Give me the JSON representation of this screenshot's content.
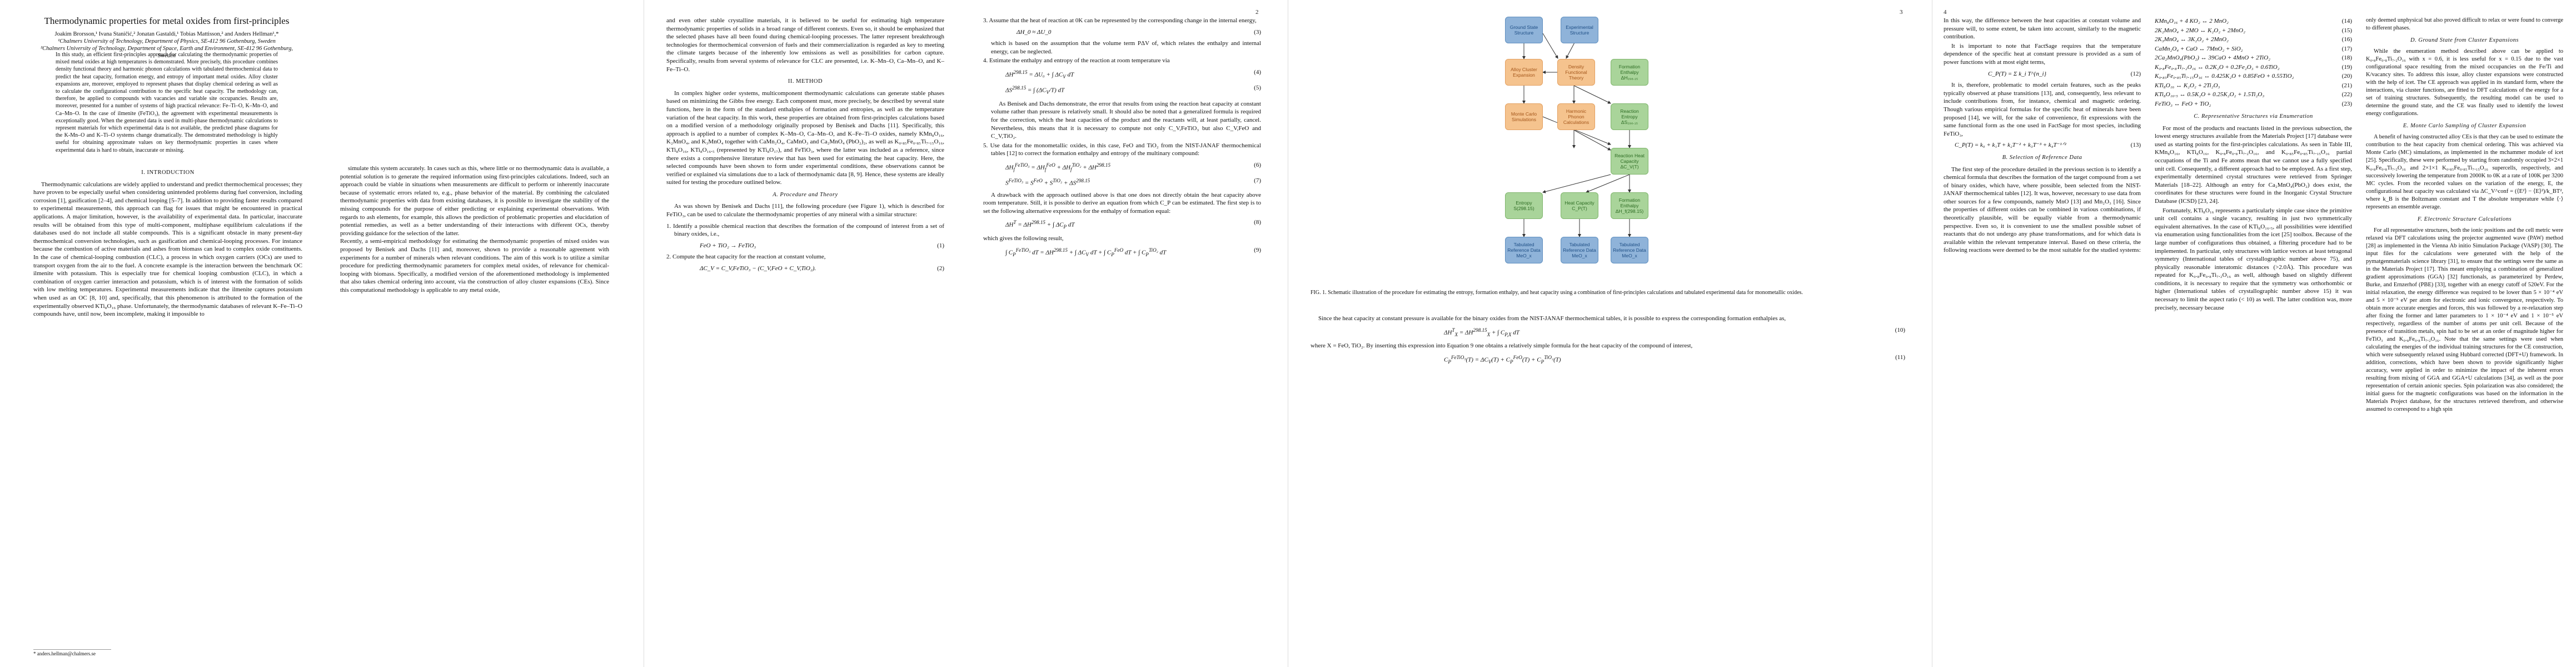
{
  "pages": {
    "p1": {
      "title": "Thermodynamic properties for metal oxides from first-principles",
      "authors": "Joakim Brorsson,¹ Ivana Staničić,² Jonatan Gastaldi,¹ Tobias Mattisson,² and Anders Hellman¹,*",
      "aff1": "¹Chalmers University of Technology, Department of Physics, SE-412 96 Gothenburg, Sweden",
      "aff2": "²Chalmers University of Technology, Department of Space, Earth and Environment, SE-412 96 Gothenburg, Sweden",
      "abstract": "In this study, an efficient first-principles approach for calculating the thermodynamic properties of mixed metal oxides at high temperatures is demonstrated. More precisely, this procedure combines density functional theory and harmonic phonon calculations with tabulated thermochemical data to predict the heat capacity, formation energy, and entropy of important metal oxides. Alloy cluster expansions are, moreover, employed to represent phases that display chemical ordering as well as to calculate the configurational contribution to the specific heat capacity. The methodology can, therefore, be applied to compounds with vacancies and variable site occupancies. Results are, moreover, presented for a number of systems of high practical relevance: Fe–Ti–O, K–Mn–O, and Ca–Mn–O. In the case of ilmenite (FeTiO₃), the agreement with experimental measurements is exceptionally good. When the generated data is used in multi-phase thermodynamic calculations to represent materials for which experimental data is not available, the predicted phase diagrams for the K-Mn–O and K–Ti–O systems change dramatically. The demonstrated methodology is highly useful for obtaining approximate values on key thermodynamic properties in cases where experimental data is hard to obtain, inaccurate or missing.",
      "s1_head": "I.   INTRODUCTION",
      "col1": "Thermodynamic calculations are widely applied to understand and predict thermochemical processes; they have proven to be especially useful when considering unintended problems during fuel conversion, including corrosion [1], gasification [2–4], and chemical looping [5–7]. In addition to providing faster results compared to experimental measurements, this approach can flag for issues that might be encountered in practical applications. A major limitation, however, is the availability of experimental data. In particular, inaccurate results will be obtained from this type of multi-component, multiphase equilibrium calculations if the databases used do not include all stable compounds. This is a significant obstacle in many present-day thermochemical conversion technologies, such as gasification and chemical-looping processes. For instance because the combustion of active materials and ashes from biomass can lead to complex oxide constituents. In the case of chemical-looping combustion (CLC), a process in which oxygen carriers (OCs) are used to transport oxygen from the air to the fuel. A concrete example is the interaction between the benchmark OC ilmenite with potassium. This is especially true for chemical looping combustion (CLC), in which a combination of oxygen carrier interaction and potassium, which is of interest with the formation of solids with low melting temperatures. Experimental measurements indicate that the ilmenite captures potassium when used as an OC [8, 10] and, specifically, that this phenomenon is attributed to the formation of the experimentally observed KTi₈O₁₆ phase. Unfortunately, the thermodynamic databases of relevant K–Fe–Ti–O compounds have, until now, been incomplete, making it impossible to",
      "col2": "simulate this system accurately. In cases such as this, where little or no thermodynamic data is available, a potential solution is to generate the required information using first-principles calculations. Indeed, such an approach could be viable in situations when measurements are difficult to perform or inherently inaccurate because of systematic errors related to, e.g., phase behavior of the material. By combining the calculated thermodynamic properties with data from existing databases, it is possible to investigate the stability of the missing compounds for the purpose of either predicting or explaining experimental observations. With regards to ash elements, for example, this allows the prediction of problematic properties and elucidation of potential remedies, as well as a better understanding of their interactions with different OCs, thereby providing guidance for the selection of the latter.\nRecently, a semi-empirical methodology for estimating the thermodynamic properties of mixed oxides was proposed by Benisek and Dachs [11] and, moreover, shown to provide a reasonable agreement with experiments for a number of minerals when relevant conditions. The aim of this work is to utilize a similar procedure for predicting thermodynamic parameters for complex metal oxides, of relevance for chemical-looping with biomass. Specifically, a modified version of the aforementioned methodology is implemented that also takes chemical ordering into account, via the construction of alloy cluster expansions (CEs). Since this computational methodology is applicable to any metal oxide,",
      "footnote": "* anders.hellman@chalmers.se"
    },
    "p2": {
      "pnum": "2",
      "col1_top": "and even other stable crystalline materials, it is believed to be useful for estimating high temperature thermodynamic properties of solids in a broad range of different contexts. Even so, it should be emphasized that the selected phases have all been found during chemical-looping processes. The latter represent breakthrough technologies for thermochemical conversion of fuels and their commercialization is regarded as key to meeting the climate targets because of the inherently low emissions as well as possibilities for carbon capture. Specifically, results from several systems of relevance for CLC are presented, i.e. K–Mn–O, Ca–Mn–O, and K–Fe–Ti–O.",
      "s2_head": "II.   METHOD",
      "col1_mid": "In complex higher order systems, multicomponent thermodynamic calculations can generate stable phases based on minimizing the Gibbs free energy. Each component must, more precisely, be described by several state functions, here in the form of the standard enthalpies of formation and entropies, as well as the temperature variation of the heat capacity. In this work, these properties are obtained from first-principles calculations based on a modified version of a methodology originally proposed by Benisek and Dachs [11]. Specifically, this approach is applied to a number of complex K–Mn–O, Ca–Mn–O, and K–Fe–Ti–O oxides, namely KMn₈O₁₆, K₂MnO₄, and K₃MnO₄ together with CaMn₂O₄, CaMnO₃ and Ca₂MnO₄ (PbO₂)₂, as well as K₀.₈₅Fe₀.₈₅Ti₇.₁₅O₁₆, KTi₈O₁₆, KTi₈O₁₆.₅ (represented by KTi₈O₁₇), and FeTiO₃, where the latter was included as a reference, since there exists a comprehensive literature review that has been used for estimating the heat capacity. Here, the selected compounds have been shown to form under experimental conditions, these observations cannot be verified or explained via simulations due to a lack of thermodynamic data [8, 9]. Hence, these systems are ideally suited for testing the procedure outlined below.",
      "ss_a_head": "A.   Procedure and Theory",
      "col1_bot": "As was shown by Benisek and Dachs [11], the following procedure (see Figure 1), which is described for FeTiO₃, can be used to calculate the thermodynamic properties of any mineral with a similar structure:",
      "step1": "1.  Identify a possible chemical reaction that describes the formation of the compound of interest from a set of binary oxides, i.e.,",
      "eq1": "FeO + TiO₂ → FeTiO₃",
      "step2": "2.  Compute the heat capacity for the reaction at constant volume,",
      "eq2": "ΔC_V = C_V,FeTiO₃ − (C_V,FeO + C_V,TiO₂).",
      "step3": "3.  Assume that the heat of reaction at 0K can be represented by the corresponding change in the internal energy,",
      "eq3": "ΔH_0 ≈ ΔU_0",
      "col2_a": "which is based on the assumption that the volume term PΔV of, which relates the enthalpy and internal energy, can be neglected.",
      "step4": "4.  Estimate the enthalpy and entropy of the reaction at room temperature via",
      "col2_b": "As Benisek and Dachs demonstrate, the error that results from using the reaction heat capacity at constant volume rather than pressure is relatively small. It should also be noted that a generalized formula is required for the correction, which the heat capacities of the product and the reactants will, at least partially, cancel. Nevertheless, this means that it is necessary to compute not only C_V,FeTiO₃ but also C_V,FeO and C_V,TiO₂.",
      "step5": "5.  Use data for the monometallic oxides, in this case, FeO and TiO₂ from the NIST-JANAF thermochemical tables [12] to correct the formation enthalpy and entropy of the multinary compound:",
      "col2_c": "A drawback with the approach outlined above is that one does not directly obtain the heat capacity above room temperature. Still, it is possible to derive an equation from which C_P can be estimated. The first step is to set the following alternative expressions for the enthalpy of formation equal:",
      "col2_d": "which gives the following result,",
      "eqn_labels": [
        "(1)",
        "(2)",
        "(3)",
        "(4)",
        "(5)",
        "(6)",
        "(7)",
        "(8)",
        "(9)"
      ]
    },
    "p3": {
      "pnum": "3",
      "boxes": {
        "ground": "Ground State Structure",
        "expt": "Experimental Structure",
        "alloy": "Alloy Cluster Expansion",
        "struct": "Density Functional Theory",
        "mc": "Monte Carlo Simulations",
        "harm": "Harmonic Phonon Calculations",
        "ent": "Reaction Entropy ΔS₂₉₈.₁₅",
        "heatcap": "Reaction Heat Capacity ΔC_V(T)",
        "enth": "Formation Enthalpy ΔH₂₉₈.₁₅",
        "e1": "Entropy S(298.15)",
        "e2": "Heat Capacity C_P(T)",
        "e3": "Formation Enthalpy ΔH_f(298.15)",
        "t1": "Tabulated Reference Data MeO_x",
        "t2": "Tabulated Reference Data MeO_x",
        "t3": "Tabulated Reference Data MeO_x"
      },
      "caption": "FIG. 1. Schematic illustration of the procedure for estimating the entropy, formation enthalpy, and heat capacity using a combination of first-principles calculations and tabulated experimental data for monometallic oxides.",
      "col_a": "Since the heat capacity at constant pressure is available for the binary oxides from the NIST-JANAF thermochemical tables, it is possible to express the corresponding formation enthalpies as,",
      "col_b": "where X = FeO, TiO₂. By inserting this expression into Equation 9 one obtains a relatively simple formula for the heat capacity of the compound of interest,",
      "eqn_labels": [
        "(10)",
        "(11)"
      ]
    },
    "p4": {
      "pnum": "4",
      "col1a": "In this way, the difference between the heat capacities at constant volume and pressure will, to some extent, be taken into account, similarly to the magnetic contribution.",
      "col1b": "It is important to note that FactSage requires that the temperature dependence of the specific heat at constant pressure is provided as a sum of power functions with at most eight terms,",
      "eq12": "C_P(T) = Σ k_i T^{n_i}",
      "col1c": "It is, therefore, problematic to model certain features, such as the peaks typically observed at phase transitions [13], and, consequently, less relevant to include contributions from, for instance, chemical and magnetic ordering. Though various empirical formulas for the specific heat of minerals have been proposed [14], we will, for the sake of convenience, fit expressions with the same functional form as the one used in FactSage for most species, including FeTiO₃,",
      "eq13": "C_P(T) = k₀ + k₁T + k₂T⁻² + k₃T⁻³ + k₄T⁻¹ᐟ²",
      "ss_b_head": "B.   Selection of Reference Data",
      "col1d": "The first step of the procedure detailed in the previous section is to identify a chemical formula that describes the formation of the target compound from a set of binary oxides, which have, where possible, been selected from the NIST-JANAF thermochemical tables [12]. It was, however, necessary to use data from other sources for a few compounds, namely MnO [13] and Mn₂O₃ [16]. Since the properties of different oxides can be combined in various combinations, if theoretically plausible, will be equally viable from a thermodynamic perspective. Even so, it is convenient to use the smallest possible subset of reactants that do not undergo any phase transformations, and for which data is available within the relevant temperature interval. Based on these criteria, the following reactions were deemed to be the most suitable for the studied systems:",
      "reactions": [
        [
          "KMn₈O₁₆ + 4 KO₂ ↔ 2 MnO₂",
          "(14)"
        ],
        [
          "2K₂MnO₄ + 2MO ↔ K₂O₂ + 2MnO₂",
          "(15)"
        ],
        [
          "2K₃MnO₄ ↔ 3K₂O₂ + 2MnO₂",
          "(16)"
        ],
        [
          "CaMn₂O₄ + CaO ↔ 7MnO₂ + SiO₂",
          "(17)"
        ],
        [
          "2Ca₂MnO₄(PbO₂) ↔ 39CaO + 4MnO + 2TiO₂",
          "(18)"
        ],
        [
          "K₀.₈Fe₀.₈Ti₇.₂O₁₆ ↔ 0.2K₂O + 0.2Fe₂O₃ + 0.6TiO₂",
          "(19)"
        ],
        [
          "K₀.₈₅Fe₀.₈₅Ti₇.₁₅O₁₆ ↔ 0.425K₂O + 0.85FeO + 0.55TiO₂",
          "(20)"
        ],
        [
          "KTi₈O₁₆ ↔ K₂O₂ + 2Ti₂O₃",
          "(21)"
        ],
        [
          "KTi₈O₁₆.₅ ↔ 0.5K₂O + 0.25K₂O₂ + 1.5Ti₂O₃",
          "(22)"
        ],
        [
          "FeTiO₃ ↔ FeO + TiO₂",
          "(23)"
        ]
      ],
      "ss_c_head": "C.   Representative Structures via Enumeration",
      "col2a": "For most of the products and reactants listed in the previous subsection, the lowest energy structures available from the Materials Project [17] database were used as starting points for the first-principles calculations. As seen in Table III, KMn₈O₁₆, KTi₈O₁₆, K₀.₈Fe₀.₈Ti₇.₂O₁₆, and K₀.₈₅Fe₀.₈₅Ti₇.₁₅O₁₆ partial occupations of the Ti and Fe atoms mean that we cannot use a fully specified unit cell. Consequently, a different approach had to be employed. As a first step, experimentally determined crystal structures were retrieved from Springer Materials [18–22]. Although an entry for Ca₂MnO₄(PbO₂) does exist, the coordinates for these structures were found in the Inorganic Crystal Structure Database (ICSD) [23, 24].",
      "col2b": "Fortunately, KTi₈O₁₆ represents a particularly simple case since the primitive unit cell contains a single vacancy, resulting in just two symmetrically equivalent alternatives. In the case of KTi₈O₁₆.₅, all possibilities were identified via enumeration using functionalities from the icet [25] toolbox. Because of the large number of configurations thus obtained, a filtering procedure had to be implemented. In particular, only structures with lattice vectors at least tetragonal symmetry (International tables of crystallographic number above 75), and physically reasonable interatomic distances (>2.0Å). This procedure was repeated for K₀.₈Fe₀.₈Ti₇.₂O₁₆ as well, although based on slightly different conditions, it is necessary to require that the symmetry was orthorhombic or higher (International tables of crystallographic number above 15) it was necessary to limit the aspect ratio (< 10) as well. The latter condition was, more precisely, necessary because",
      "s_ground_head": "D.   Ground State from Cluster Expansions",
      "col3a": "only deemed unphysical but also proved difficult to relax or were found to converge to different phases.",
      "col3b": "While the enumeration method described above can be applied to K₀.₈Fe₀.₈Ti₇.₂O₁₆ with x = 0.6, it is less useful for x = 0.15 due to the vast configurational space resulting from the mixed occupancies on the Fe/Ti and K/vacancy sites. To address this issue, alloy cluster expansions were constructed with the help of icet. The CE approach was applied in its standard form, where the interactions, via cluster functions, are fitted to DFT calculations of the energy for a set of training structures. Subsequently, the resulting model can be used to determine the ground state, and the CE was finally used to identify the lowest energy configurations.",
      "s_mc_head": "E.   Monte Carlo Sampling of Cluster Expansion",
      "col3c": "A benefit of having constructed alloy CEs is that they can be used to estimate the contribution to the heat capacity from chemical ordering. This was achieved via Monte Carlo (MC) simulations, as implemented in the mchammer module of icet [25]. Specifically, these were performed by starting from randomly occupied 3×2×1 K₀.₈Fe₀.₈Ti₇.₂O₁₆ and 2×1×1 K₀.₈₅Fe₀.₈₅Ti₇.₁₅O₁₆ supercells, respectively, and successively lowering the temperature from 2000K to 0K at a rate of 100K per 3200 MC cycles. From the recorded values on the variation of the energy, E, the configurational heat capacity was calculated via ΔC_V^conf = (⟨E²⟩ − ⟨E⟩²)/k_BT², where k_B is the Boltzmann constant and T the absolute temperature while ⟨·⟩ represents an ensemble average.",
      "s_es_head": "F.   Electronic Structure Calculations",
      "col3d": "For all representative structures, both the ionic positions and the cell metric were relaxed via DFT calculations using the projector augmented wave (PAW) method [28] as implemented in the Vienna Ab initio Simulation Package (VASP) [30]. The input files for the calculations were generated with the help of the pymatgenmaterials science library [31], to ensure that the settings were the same as in the Materials Project [17]. This meant employing a combination of generalized gradient approximations (GGA) [32] functionals, as parameterized by Perdew, Burke, and Ernzerhof (PBE) [33], together with an energy cutoff of 520eV. For the initial relaxation, the energy difference was required to be lower than 5 × 10⁻⁴ eV and 5 × 10⁻⁵ eV per atom for electronic and ionic convergence, respectively. To obtain more accurate energies and forces, this was followed by a re-relaxation step after fixing the former and latter parameters to 1 × 10⁻⁴ eV and 1 × 10⁻⁵ eV respectively, regardless of the number of atoms per unit cell. Because of the presence of transition metals, spin had to be set at an order of magnitude higher for FeTiO₃ and K₀.₈Fe₀.₈Ti₇.₂O₁₆. Note that the same settings were used when calculating the energies of the individual training structures for the CE construction, which were subsequently relaxed using Hubbard corrected (DFT+U) framework. In addition, corrections, which have been shown to provide significantly higher accuracy, were applied in order to minimize the impact of the inherent errors resulting from mixing of GGA and GGA+U calculations [34], as well as the poor representation of certain anionic species. Spin polarization was also considered; the initial guess for the magnetic configurations was based on the information in the Materials Project database, for the structures retrieved therefrom, and otherwise assumed to correspond to a high spin"
    }
  }
}
